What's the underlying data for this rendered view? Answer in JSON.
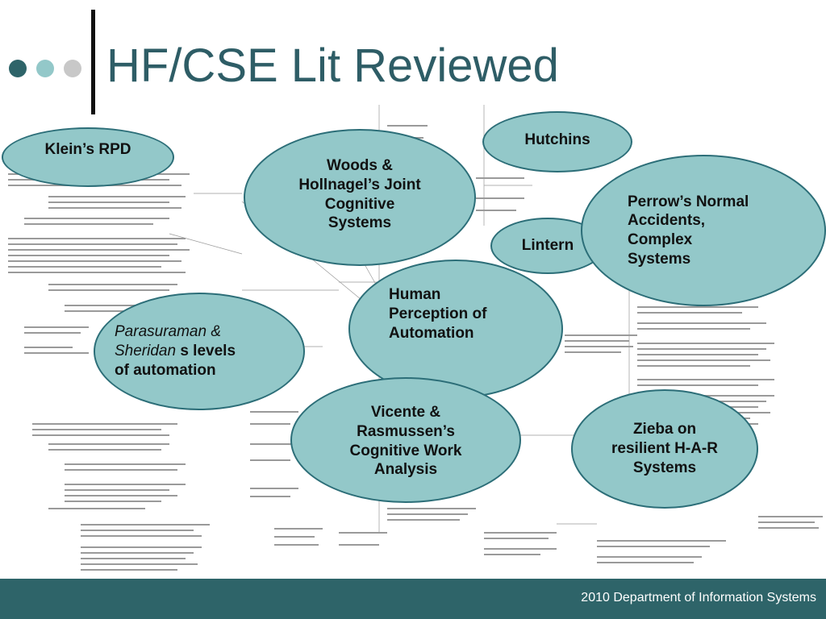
{
  "slide": {
    "title": "HF/CSE Lit Reviewed",
    "footer": "2010 Department of Information Systems"
  },
  "colors": {
    "title": "#2e5d66",
    "bubble_fill": "#93c8c9",
    "bubble_border": "#2c6e78",
    "footer_bg": "#2e6469",
    "dot_dark": "#2e6469",
    "dot_mid": "#93c8c9",
    "dot_light": "#c8c8c8"
  },
  "bubbles": {
    "klein": {
      "line1": "Klein’s RPD"
    },
    "woods": {
      "line1": "Woods &",
      "line2": "Hollnagel’s Joint",
      "line3": "Cognitive",
      "line4": "Systems"
    },
    "hutchins": {
      "line1": "Hutchins"
    },
    "perrow": {
      "line1": "Perrow’s Normal",
      "line2": "Accidents,",
      "line3": "Complex",
      "line4": "Systems"
    },
    "lintern": {
      "line1": "Lintern"
    },
    "human": {
      "line1": "Human",
      "line2": "Perception of",
      "line3": "Automation"
    },
    "parasuraman": {
      "line1": "Parasuraman &",
      "line2_italic": "Sheridan",
      "line2_rest": " s levels",
      "line3": "of automation"
    },
    "vicente": {
      "line1": "Vicente &",
      "line2": "Rasmussen’s",
      "line3": "Cognitive Work",
      "line4": "Analysis"
    },
    "zieba": {
      "line1": "Zieba on",
      "line2": "resilient H-A-R",
      "line3": "Systems"
    }
  }
}
